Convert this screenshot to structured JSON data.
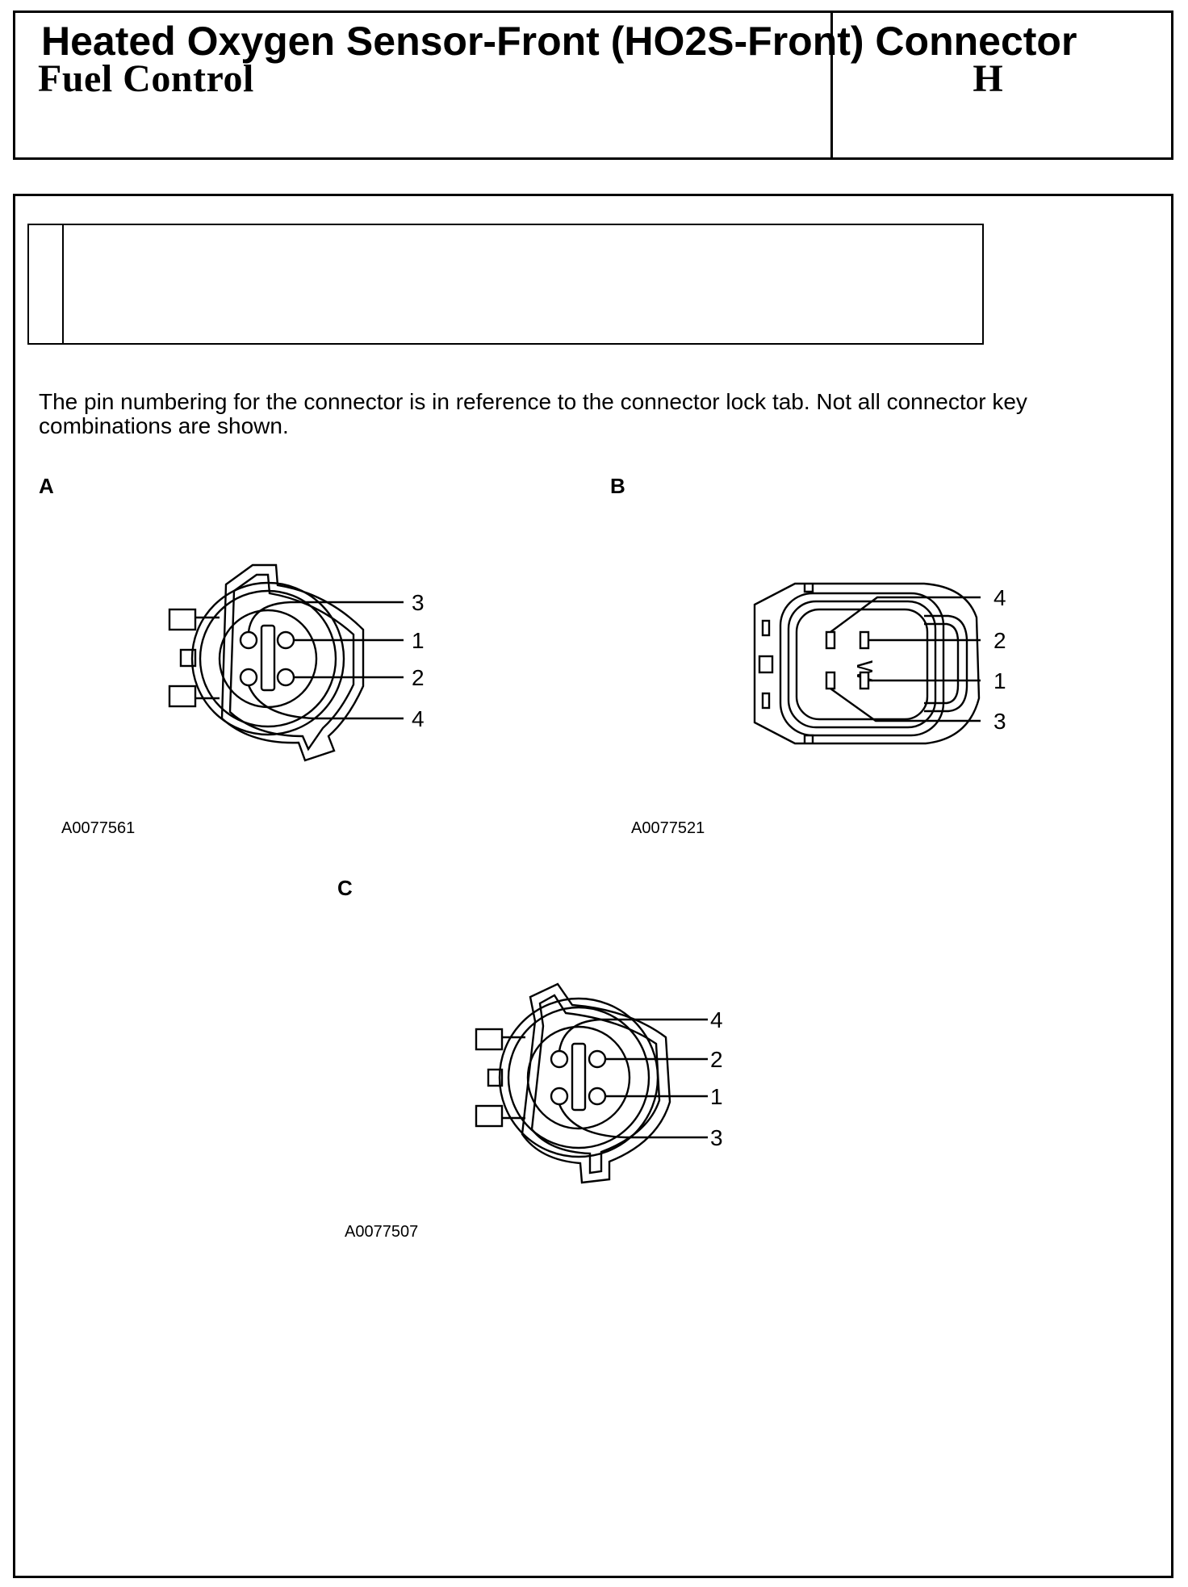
{
  "header": {
    "title": "Fuel Control",
    "section": "H"
  },
  "page_title": "Heated Oxygen Sensor-Front (HO2S-Front) Connector",
  "intro": "The pin numbering for the connector is in reference to the connector lock tab. Not all connector key combinations are shown.",
  "panels": [
    {
      "label": "A",
      "figure_id": "A0077561",
      "pins": [
        "3",
        "1",
        "2",
        "4"
      ]
    },
    {
      "label": "B",
      "figure_id": "A0077521",
      "pins": [
        "4",
        "2",
        "1",
        "3"
      ],
      "center_mark": "W"
    },
    {
      "label": "C",
      "figure_id": "A0077507",
      "pins": [
        "4",
        "2",
        "1",
        "3"
      ]
    }
  ]
}
